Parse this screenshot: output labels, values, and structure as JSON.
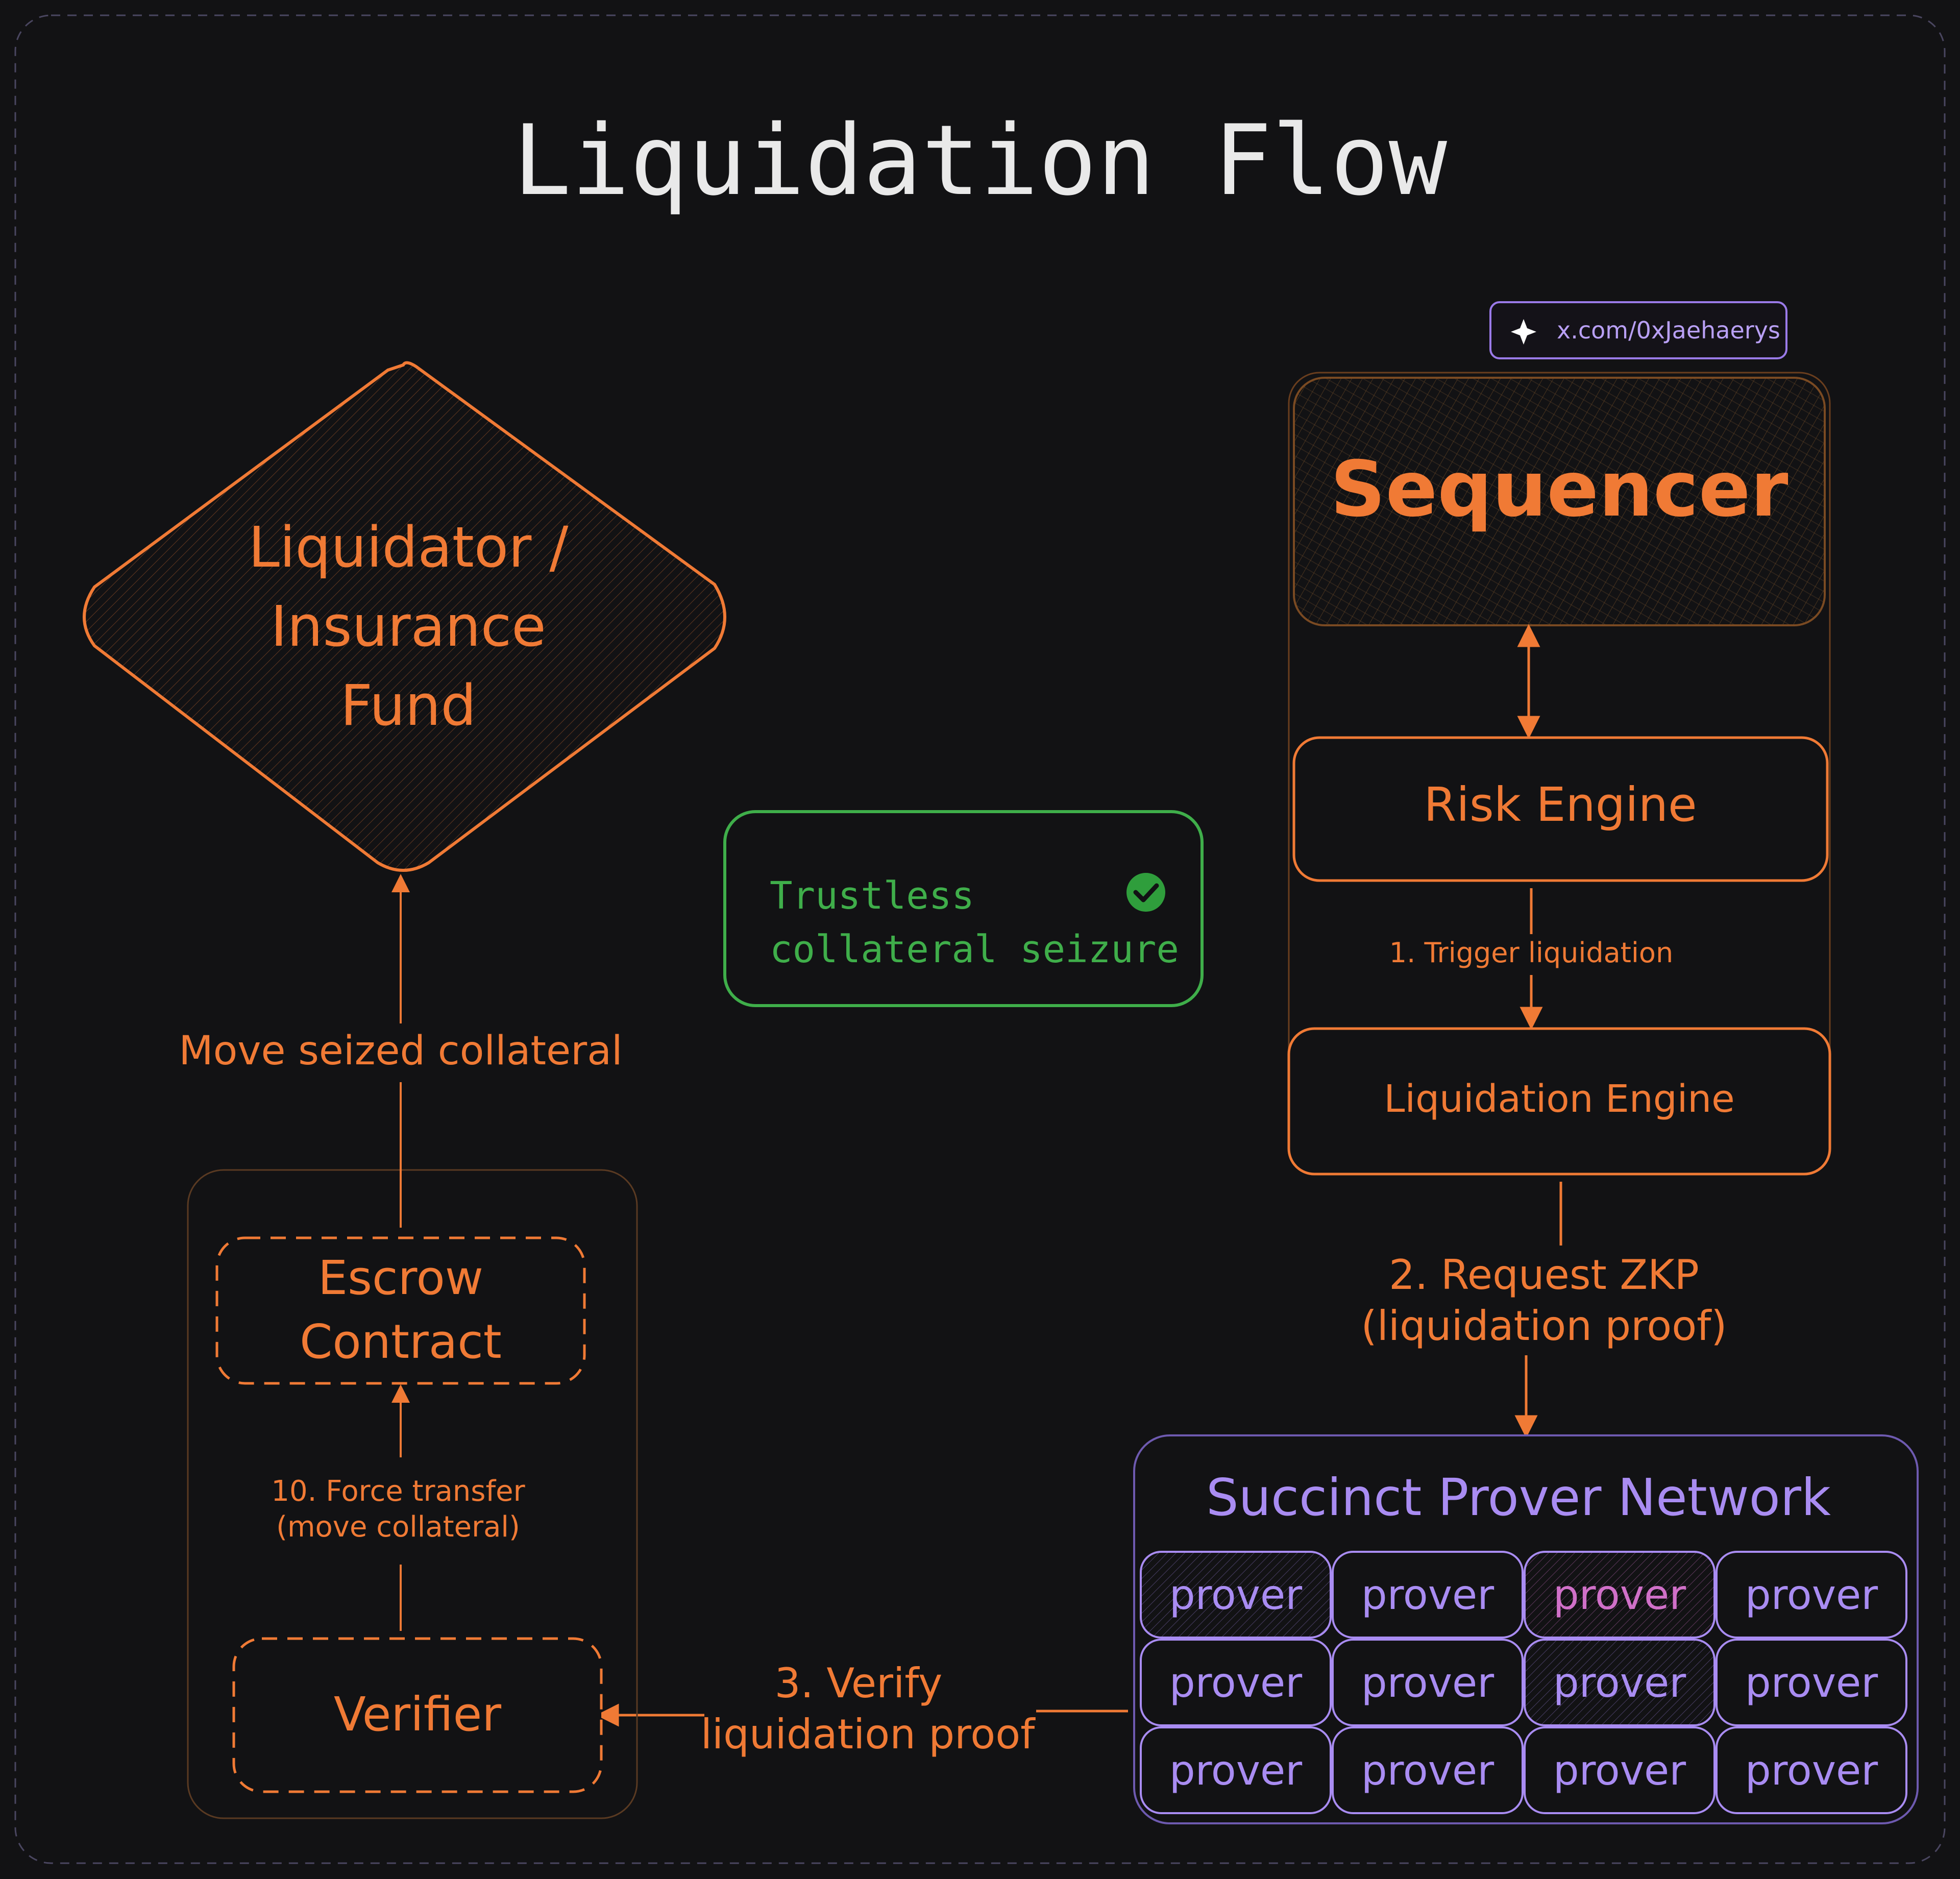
{
  "title": "Liquidation Flow",
  "badge": {
    "icon": "sparkle-icon",
    "text": "x.com/0xJaehaerys"
  },
  "liquidator": {
    "lines": [
      "Liquidator /",
      "Insurance",
      "Fund"
    ]
  },
  "sequencer": {
    "label": "Sequencer"
  },
  "risk_engine": {
    "label": "Risk Engine"
  },
  "liquidation_engine": {
    "label": "Liquidation Engine"
  },
  "trustless": {
    "lines": [
      "Trustless",
      "collateral seizure"
    ],
    "icon": "check-circle-icon"
  },
  "escrow": {
    "lines": [
      "Escrow",
      "Contract"
    ]
  },
  "verifier": {
    "label": "Verifier"
  },
  "prover_network": {
    "title": "Succinct Prover Network",
    "provers": [
      "prover",
      "prover",
      "prover",
      "prover",
      "prover",
      "prover",
      "prover",
      "prover",
      "prover",
      "prover",
      "prover",
      "prover"
    ]
  },
  "edges": {
    "trigger": "1. Trigger liquidation",
    "request": [
      "2. Request ZKP",
      "(liquidation proof)"
    ],
    "verify": [
      "3. Verify",
      "liquidation proof"
    ],
    "force": [
      "10. Force transfer",
      "(move collateral)"
    ],
    "move": "Move seized collateral"
  },
  "colors": {
    "background": "#121214",
    "orange": "#f07a35",
    "green": "#3fae4a",
    "purple": "#a98cf2",
    "title": "#e9e9e9"
  }
}
